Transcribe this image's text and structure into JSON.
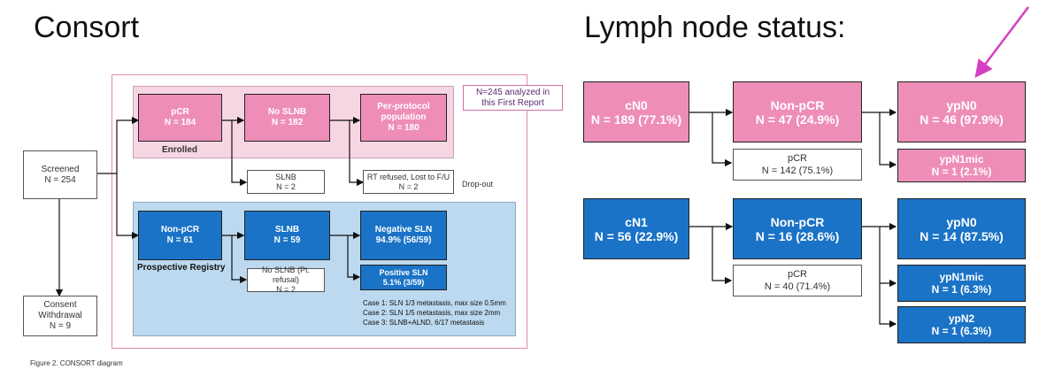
{
  "left": {
    "title": "Consort",
    "screened": {
      "line1": "Screened",
      "line2": "N = 254"
    },
    "withdrawal": {
      "line1": "Consent",
      "line2": "Withdrawal",
      "line3": "N = 9"
    },
    "analyzed_note": {
      "line1": "N=245 analyzed in",
      "line2": "this First Report"
    },
    "enrolled_label": "Enrolled",
    "pcr": {
      "line1": "pCR",
      "line2": "N = 184"
    },
    "no_slnb": {
      "line1": "No SLNB",
      "line2": "N = 182"
    },
    "per_protocol": {
      "line1": "Per-protocol",
      "line2": "population",
      "line3": "N = 180"
    },
    "slnb_dropout": {
      "line1": "SLNB",
      "line2": "N = 2"
    },
    "rt_refused": {
      "line1": "RT refused, Lost to F/U",
      "line2": "N = 2"
    },
    "dropout_label": "Drop-out",
    "registry_label": "Prospective Registry",
    "non_pcr": {
      "line1": "Non-pCR",
      "line2": "N = 61"
    },
    "slnb": {
      "line1": "SLNB",
      "line2": "N = 59"
    },
    "negative_sln": {
      "line1": "Negative SLN",
      "line2": "94.9% (56/59)"
    },
    "positive_sln": {
      "line1": "Positive SLN",
      "line2": "5.1% (3/59)"
    },
    "no_slnb_refusal": {
      "line1": "No SLNB (Pt. refusal)",
      "line2": "N = 2"
    },
    "cases": [
      "Case 1: SLN 1/3 metastasis, max size 0.5mm",
      "Case 2: SLN 1/5 metastasis, max size 2mm",
      "Case 3: SLNB+ALND, 6/17 metastasis"
    ],
    "figure_caption": "Figure 2. CONSORT diagram"
  },
  "right": {
    "title": "Lymph node status:",
    "cn0": {
      "line1": "cN0",
      "line2": "N = 189 (77.1%)"
    },
    "cn0_nonpcr": {
      "line1": "Non-pCR",
      "line2": "N = 47 (24.9%)"
    },
    "cn0_pcr": {
      "line1": "pCR",
      "line2": "N = 142 (75.1%)"
    },
    "cn0_ypn0": {
      "line1": "ypN0",
      "line2": "N = 46 (97.9%)"
    },
    "cn0_ypn1mic": {
      "line1": "ypN1mic",
      "line2": "N = 1 (2.1%)"
    },
    "cn1": {
      "line1": "cN1",
      "line2": "N = 56 (22.9%)"
    },
    "cn1_nonpcr": {
      "line1": "Non-pCR",
      "line2": "N = 16 (28.6%)"
    },
    "cn1_pcr": {
      "line1": "pCR",
      "line2": "N = 40 (71.4%)"
    },
    "cn1_ypn0": {
      "line1": "ypN0",
      "line2": "N = 14 (87.5%)"
    },
    "cn1_ypn1mic": {
      "line1": "ypN1mic",
      "line2": "N = 1 (6.3%)"
    },
    "cn1_ypn2": {
      "line1": "ypN2",
      "line2": "N = 1 (6.3%)"
    }
  },
  "colors": {
    "pink": "#ee8eb8",
    "blue": "#1a73c6",
    "light_pink": "#f7d6e4",
    "light_blue": "#bcd9ef",
    "arrow_magenta": "#d63fc0"
  }
}
